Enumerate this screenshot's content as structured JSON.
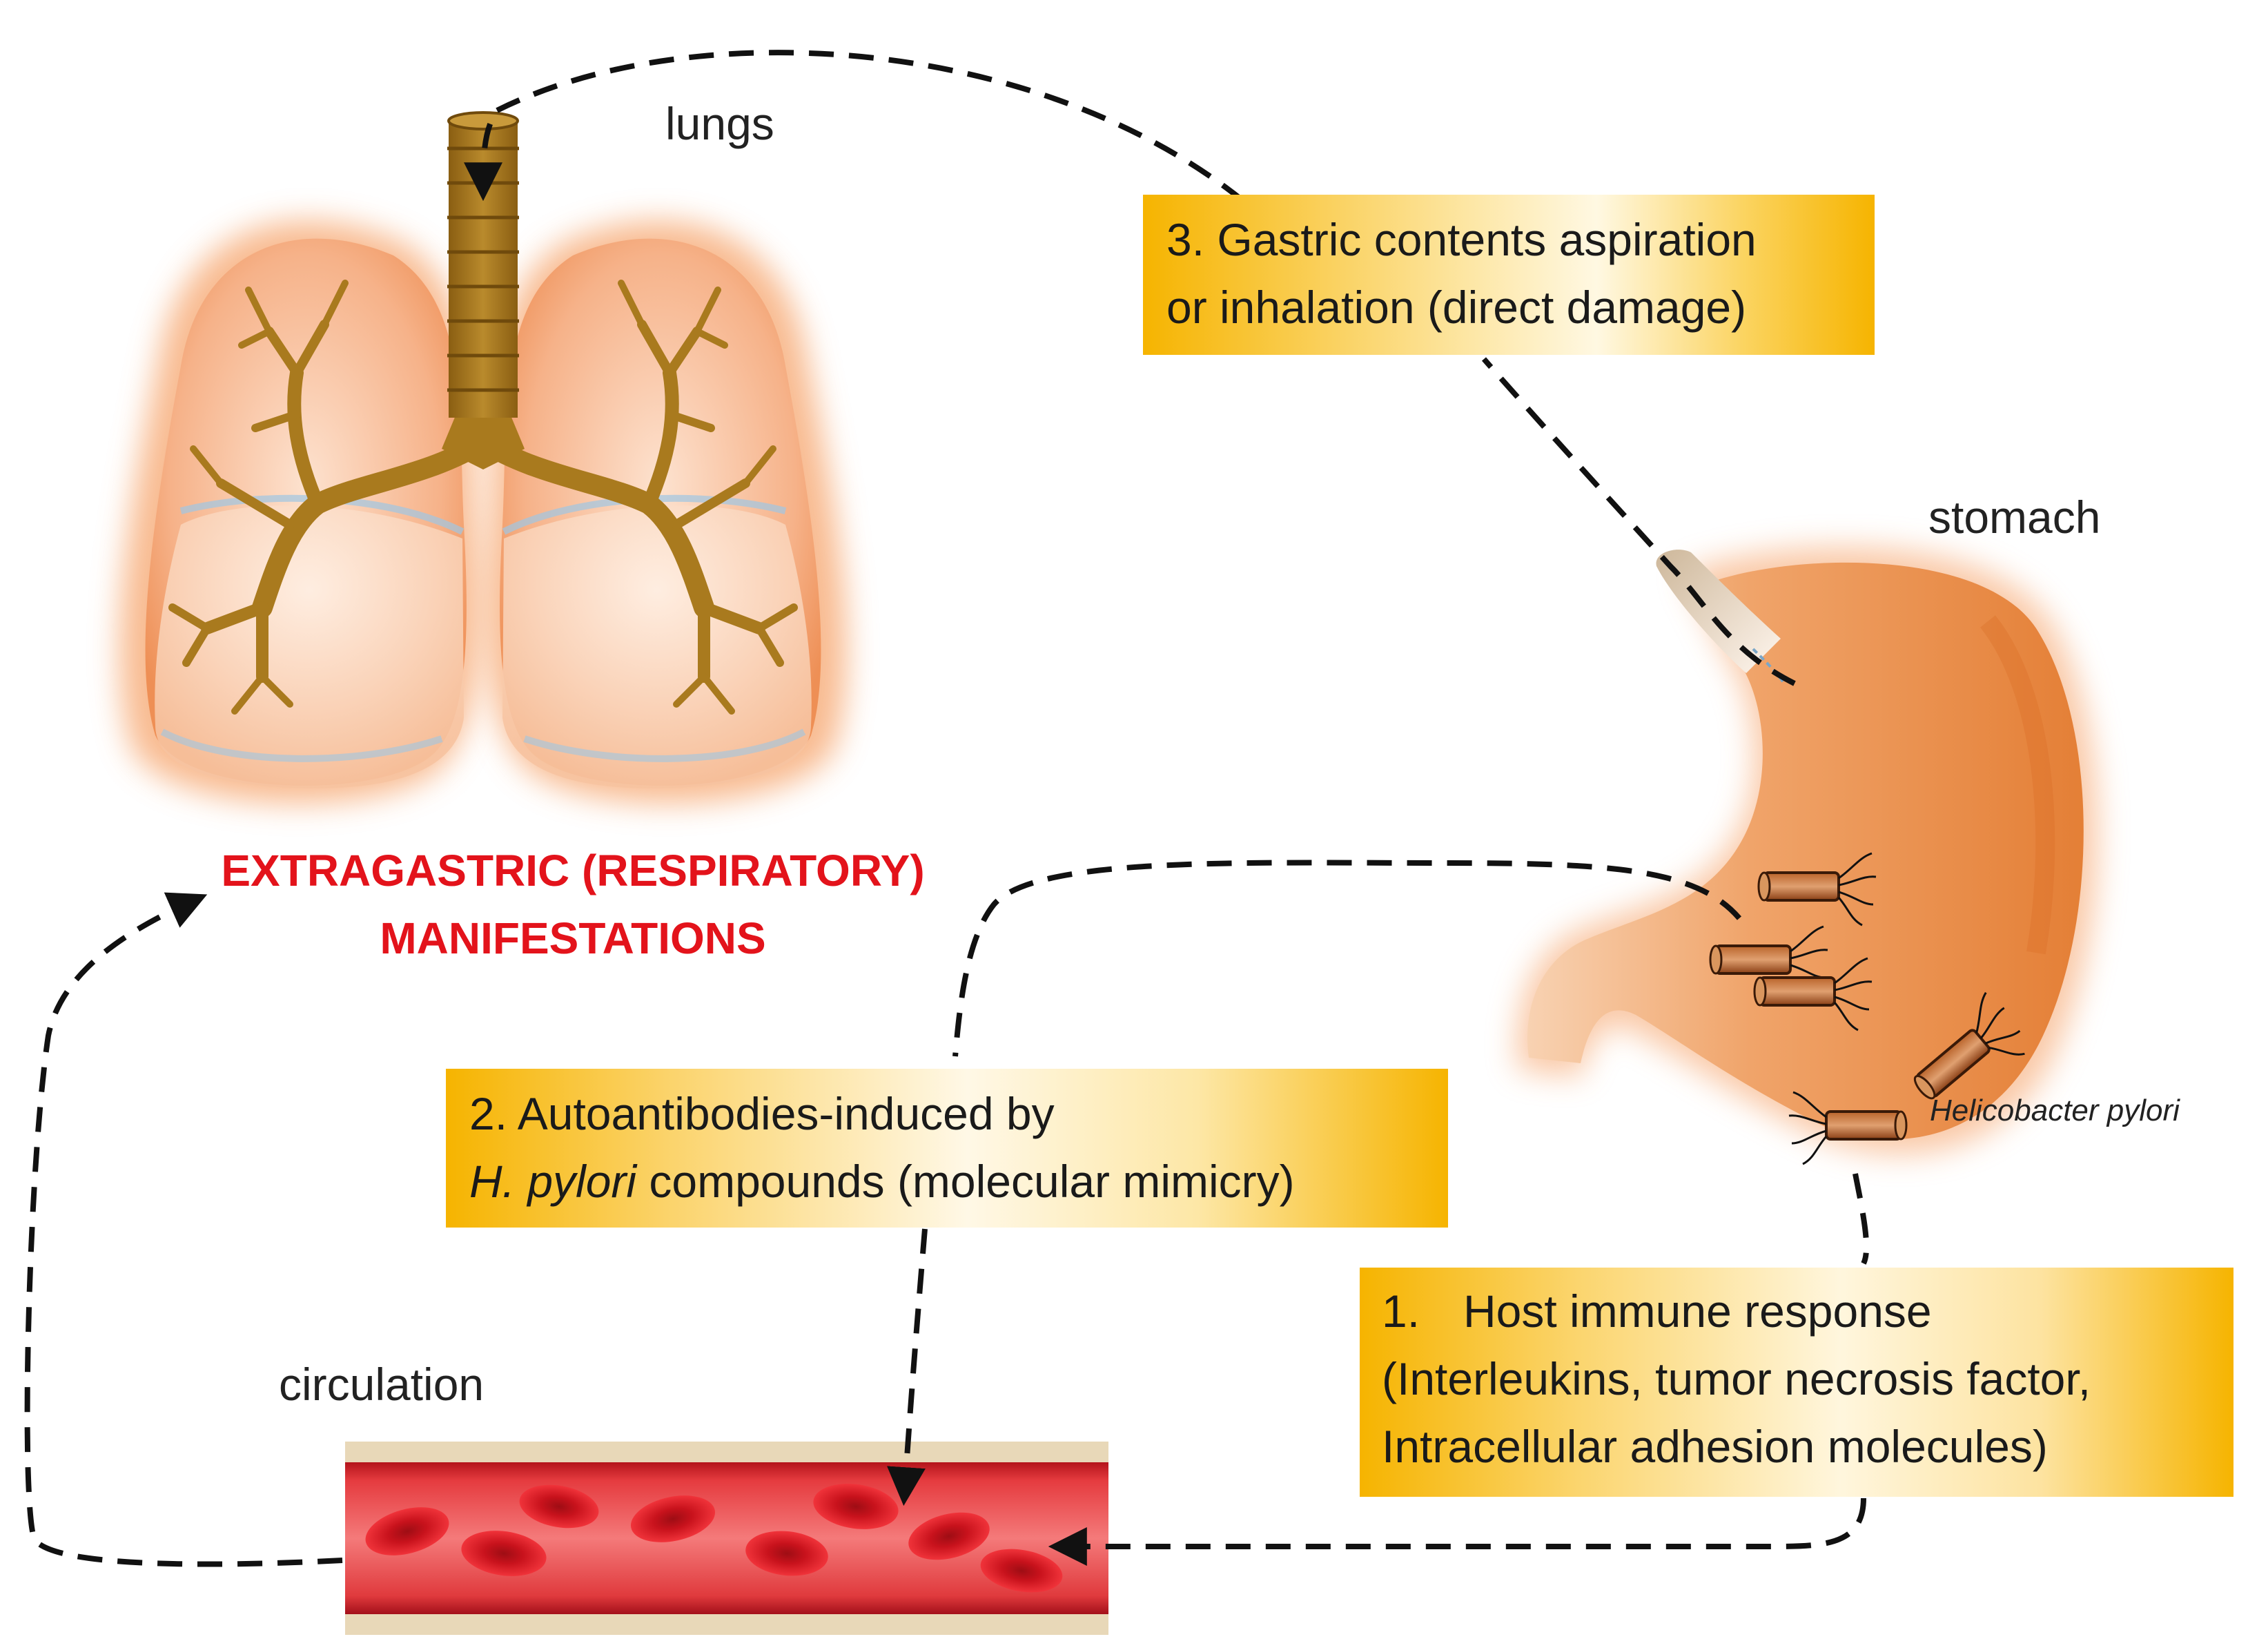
{
  "labels": {
    "lungs": "lungs",
    "stomach": "stomach",
    "circulation": "circulation",
    "bacterium": "Helicobacter pylori"
  },
  "manifestations": {
    "line1": "EXTRAGASTRIC (RESPIRATORY)",
    "line2": "MANIFESTATIONS"
  },
  "mechanisms": {
    "m3": {
      "line1": "3. Gastric contents aspiration",
      "line2": "or inhalation (direct damage)"
    },
    "m2": {
      "line1": "2. Autoantibodies-induced by",
      "line2_italic": "H. pylori",
      "line2_rest": " compounds (molecular mimicry)"
    },
    "m1": {
      "number": "1.",
      "line1": "Host immune response",
      "line2": "(Interleukins, tumor necrosis factor,",
      "line3": "Intracellular adhesion molecules)"
    }
  },
  "colors": {
    "manifestation_text": "#e3131b",
    "box_gold": "#f6b400",
    "lung_fill": "#f4a878",
    "trachea": "#a97a1e",
    "stomach": "#ec8d4a",
    "vessel": "#d8262b",
    "rbc": "#e0222a",
    "vessel_wall": "#e8d8b8"
  },
  "icons": [
    "lungs-illustration",
    "stomach-illustration",
    "blood-vessel-illustration",
    "bacterium-icon"
  ]
}
